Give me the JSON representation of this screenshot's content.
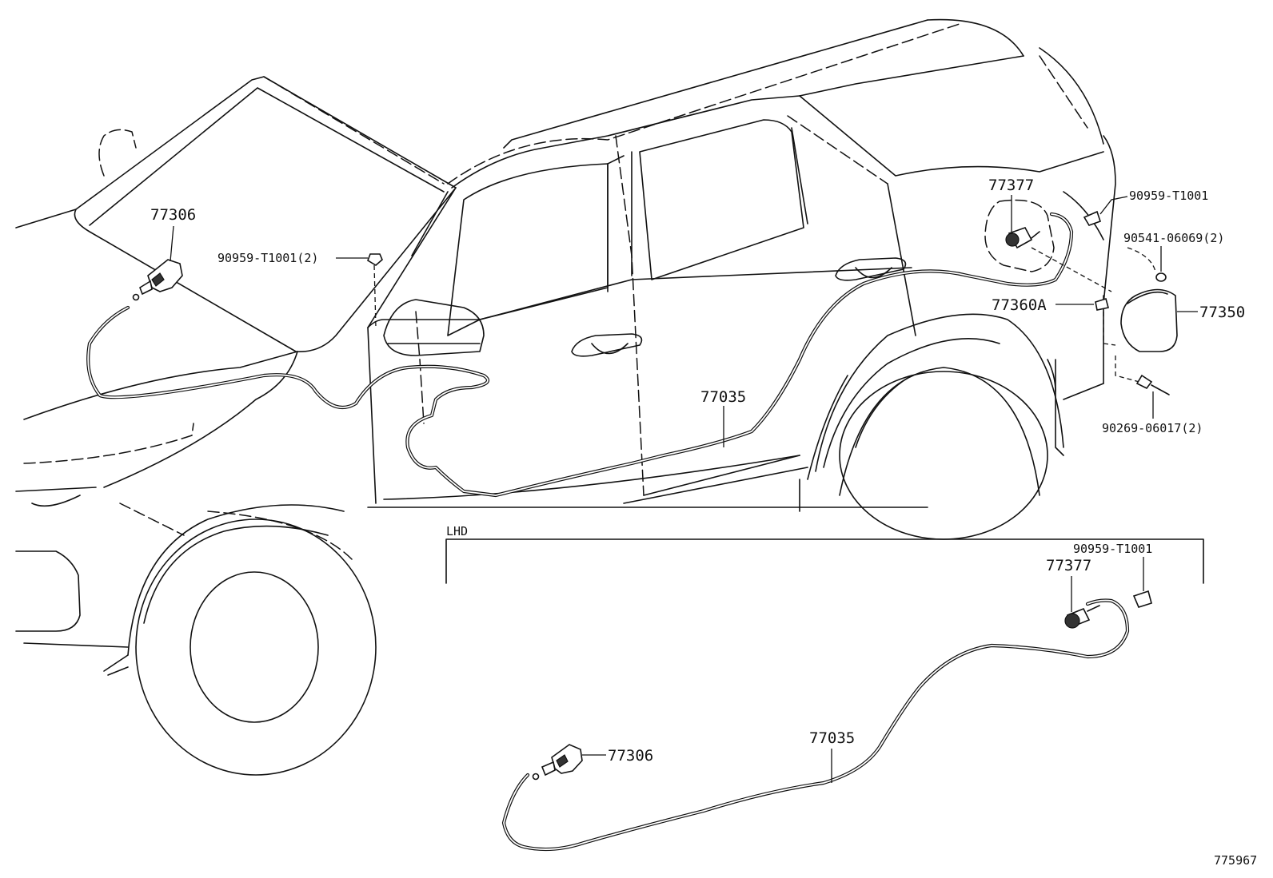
{
  "diagram": {
    "section_label": "LHD",
    "figure_number": "775967",
    "upper_parts": {
      "opener_lever": "77306",
      "clip_front": "90959-T1001(2)",
      "lock_assembly": "77377",
      "clip_rear": "90959-T1001",
      "nut": "90541-06069(2)",
      "spring": "77360A",
      "fuel_lid": "77350",
      "cable": "77035",
      "screw": "90269-06017(2)"
    },
    "lhd_parts": {
      "clip": "90959-T1001",
      "lock_assembly": "77377",
      "cable": "77035",
      "opener_lever": "77306"
    }
  }
}
